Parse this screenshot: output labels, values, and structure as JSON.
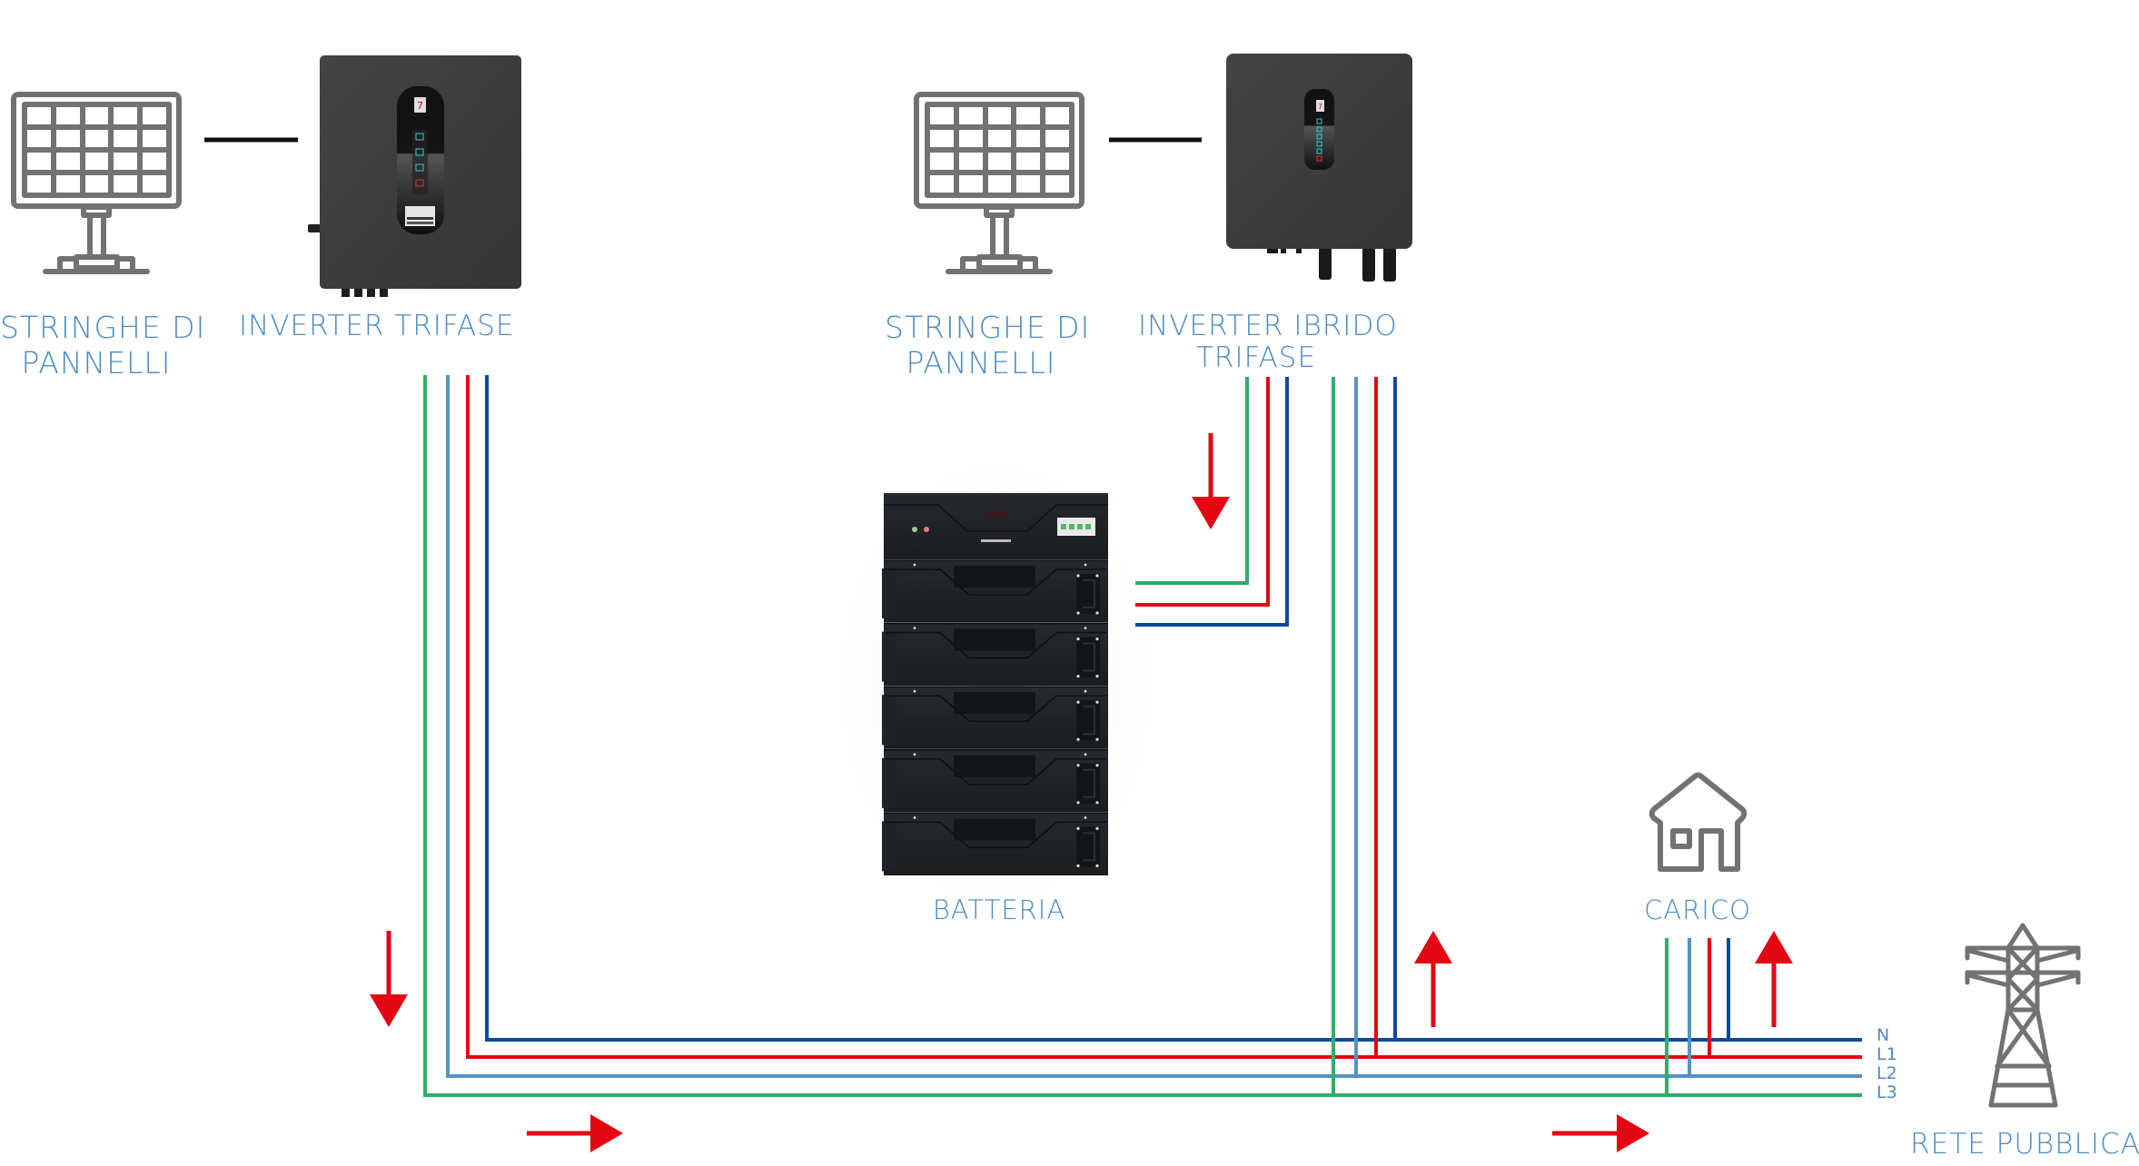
{
  "diagram": {
    "title": "Schema impianto fotovoltaico trifase con inverter ibrido e accumulo",
    "colors": {
      "label": "#4a8bc2",
      "icon_gray": "#727272",
      "device_dark": "#3a3a3a",
      "arrow_red": "#e30613",
      "connector_black": "#111111",
      "L3_green": "#2fae68",
      "L2_lightblue": "#5592c4",
      "L1_red": "#e30613",
      "N_darkblue": "#0b4a9a"
    },
    "components": {
      "panels_1": {
        "label_line1": "STRINGHE DI",
        "label_line2": "PANNELLI",
        "icon": "solar-panel-icon"
      },
      "inverter_trifase": {
        "label": "INVERTER TRIFASE",
        "icon": "three-phase-inverter"
      },
      "panels_2": {
        "label_line1": "STRINGHE DI",
        "label_line2": "PANNELLI",
        "icon": "solar-panel-icon"
      },
      "inverter_ibrido": {
        "label_line1": "INVERTER IBRIDO",
        "label_line2": "TRIFASE",
        "icon": "hybrid-inverter"
      },
      "battery": {
        "label": "BATTERIA",
        "icon": "battery-rack",
        "modules": 5
      },
      "load": {
        "label": "CARICO",
        "icon": "house-icon"
      },
      "grid": {
        "label": "RETE PUBBLICA",
        "icon": "power-pylon-icon"
      }
    },
    "bus_phases": [
      {
        "name": "N",
        "color": "#0b4a9a"
      },
      {
        "name": "L1",
        "color": "#e30613"
      },
      {
        "name": "L2",
        "color": "#5592c4"
      },
      {
        "name": "L3",
        "color": "#2fae68"
      }
    ],
    "flow_arrows": [
      {
        "id": "inverter-trifase-down",
        "direction": "down"
      },
      {
        "id": "bus-right-1",
        "direction": "right"
      },
      {
        "id": "battery-charge-down",
        "direction": "down"
      },
      {
        "id": "hybrid-up",
        "direction": "up"
      },
      {
        "id": "bus-right-2",
        "direction": "right"
      },
      {
        "id": "load-up",
        "direction": "up"
      }
    ]
  }
}
